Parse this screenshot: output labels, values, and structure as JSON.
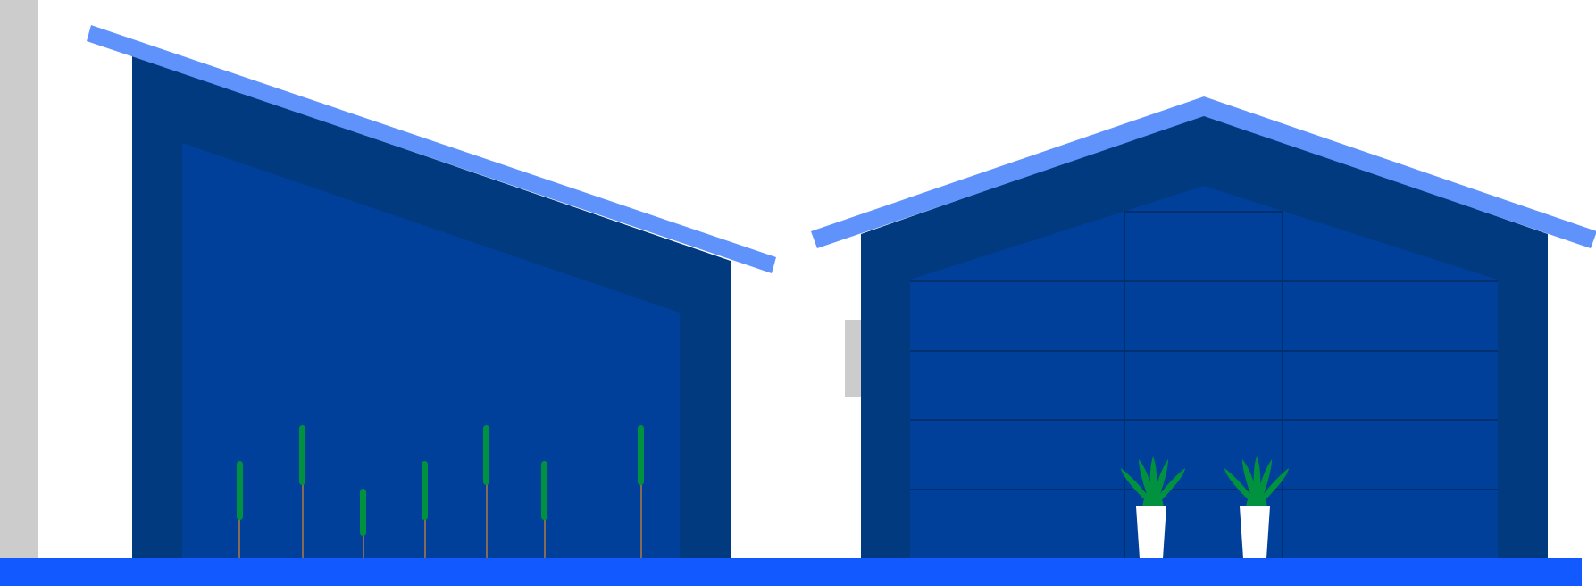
{
  "colors": {
    "background": "#ffffff",
    "wall_dark": "#023a80",
    "glass": "#003f9a",
    "glass_grid": "#01306f",
    "roof_trim": "#5f93fb",
    "ground": "#1259ff",
    "side_post": "#cccccc",
    "plant_green": "#00923f",
    "stem_brown": "#b07a3d",
    "pot_white": "#ffffff"
  },
  "illustration": {
    "left_building": {
      "roof": "single-slope",
      "window": "large-trapezoid",
      "reed_plants": 7
    },
    "right_building": {
      "roof": "gable",
      "window": "grid-glass",
      "potted_plants": 2
    }
  }
}
